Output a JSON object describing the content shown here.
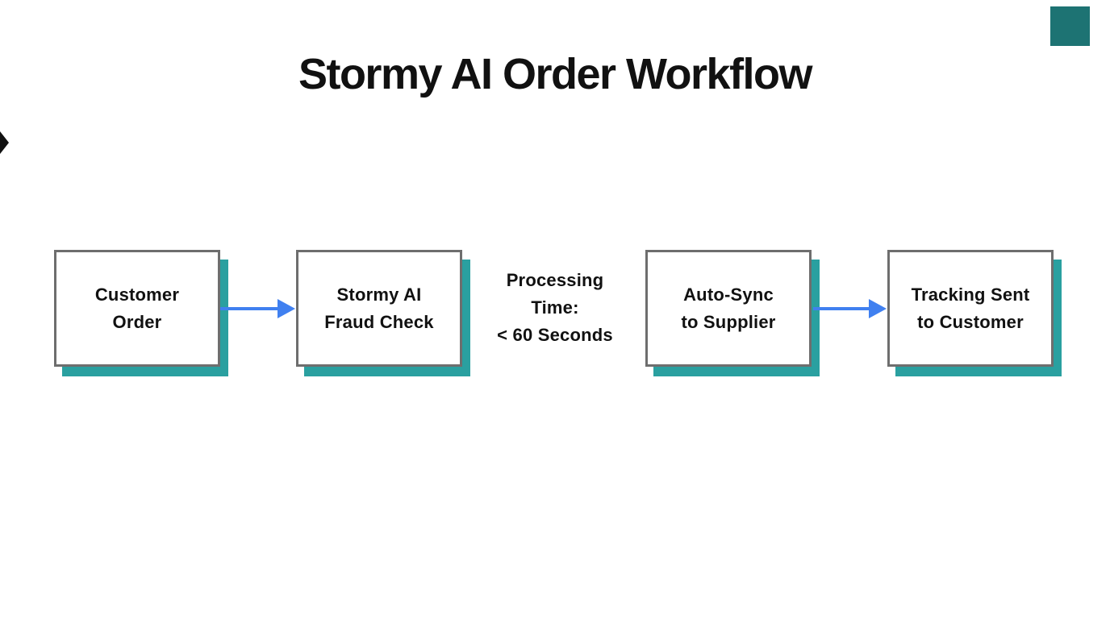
{
  "title": "Stormy AI Order Workflow",
  "diagram": {
    "nodes": [
      {
        "id": "customer-order",
        "lines": [
          "Customer",
          "Order"
        ]
      },
      {
        "id": "stormy-ai-fraud-check",
        "lines": [
          "Stormy AI",
          "Fraud Check"
        ]
      },
      {
        "id": "auto-sync-to-supplier",
        "lines": [
          "Auto-Sync",
          "to Supplier"
        ]
      },
      {
        "id": "tracking-sent-to-customer",
        "lines": [
          "Tracking Sent",
          "to Customer"
        ]
      }
    ],
    "annotation": {
      "lines": [
        "Processing",
        "Time:",
        "< 60 Seconds"
      ]
    },
    "arrows": [
      {
        "from": "customer-order",
        "to": "stormy-ai-fraud-check"
      },
      {
        "from": "auto-sync-to-supplier",
        "to": "tracking-sent-to-customer"
      }
    ]
  },
  "colors": {
    "background": "#FFFFFF",
    "title_text": "#111111",
    "node_fill": "#FFFFFF",
    "node_border": "#6E6E6E",
    "node_shadow_teal": "#2AA0A0",
    "arrow_blue": "#4080F0",
    "corner_accent_teal": "#1D7373",
    "edge_notch_black": "#111111"
  }
}
